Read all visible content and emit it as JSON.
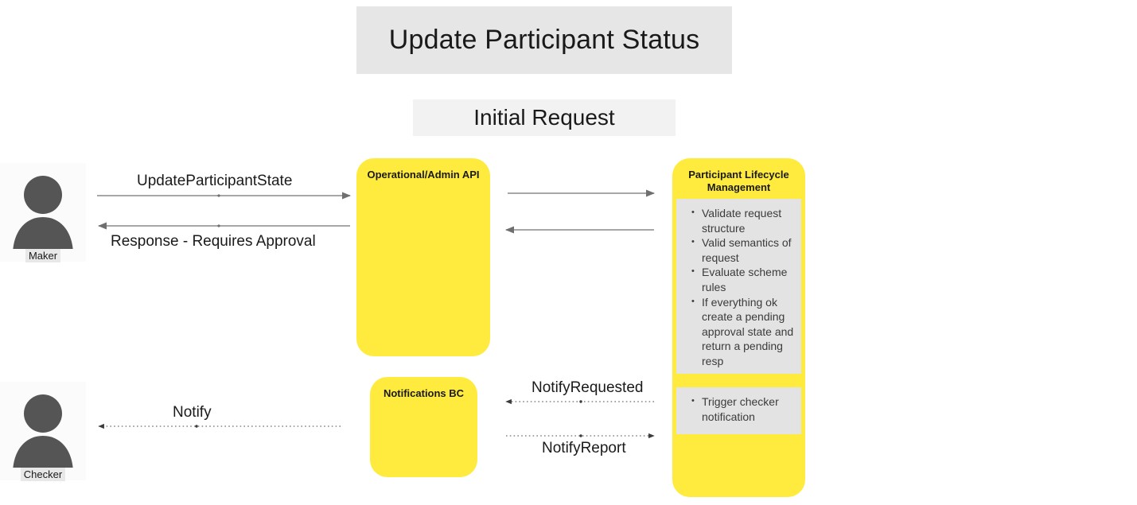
{
  "diagram": {
    "title": "Update Participant Status",
    "phase": "Initial Request"
  },
  "actors": [
    {
      "id": "maker",
      "label": "Maker",
      "icon": "person-icon"
    },
    {
      "id": "checker",
      "label": "Checker",
      "icon": "person-icon"
    }
  ],
  "components": [
    {
      "id": "admin-api",
      "title": "Operational/Admin API",
      "color": "#ffeb3d"
    },
    {
      "id": "notifications-bc",
      "title": "Notifications BC",
      "color": "#ffeb3d"
    },
    {
      "id": "participant-lifecycle-management",
      "title": "Participant Lifecycle Management",
      "color": "#ffeb3d"
    }
  ],
  "notes": {
    "validation": [
      "Validate request structure",
      "Valid semantics of request",
      "Evaluate scheme rules",
      "If everything ok create a pending approval state and return a pending resp"
    ],
    "trigger": [
      "Trigger checker notification"
    ]
  },
  "messages": [
    {
      "id": "update-participant-state",
      "label": "UpdateParticipantState",
      "direction": "right",
      "style": "solid"
    },
    {
      "id": "response-requires-approval",
      "label": "Response - Requires Approval",
      "direction": "left",
      "style": "solid"
    },
    {
      "id": "api-to-plm-request",
      "label": "",
      "direction": "right",
      "style": "solid"
    },
    {
      "id": "plm-to-api-response",
      "label": "",
      "direction": "left",
      "style": "solid"
    },
    {
      "id": "notify-requested",
      "label": "NotifyRequested",
      "direction": "left",
      "style": "dotted"
    },
    {
      "id": "notify-report",
      "label": "NotifyReport",
      "direction": "right",
      "style": "dotted"
    },
    {
      "id": "notify",
      "label": "Notify",
      "direction": "left",
      "style": "dotted"
    }
  ],
  "colors": {
    "component_yellow": "#ffeb3d",
    "note_gray": "#e3e3e3",
    "title_banner_gray": "#e6e6e6",
    "phase_banner_gray": "#f2f2f2",
    "actor_gray": "#555555",
    "arrow_gray": "#8a8a8a",
    "text_dark": "#1a1a1a"
  }
}
